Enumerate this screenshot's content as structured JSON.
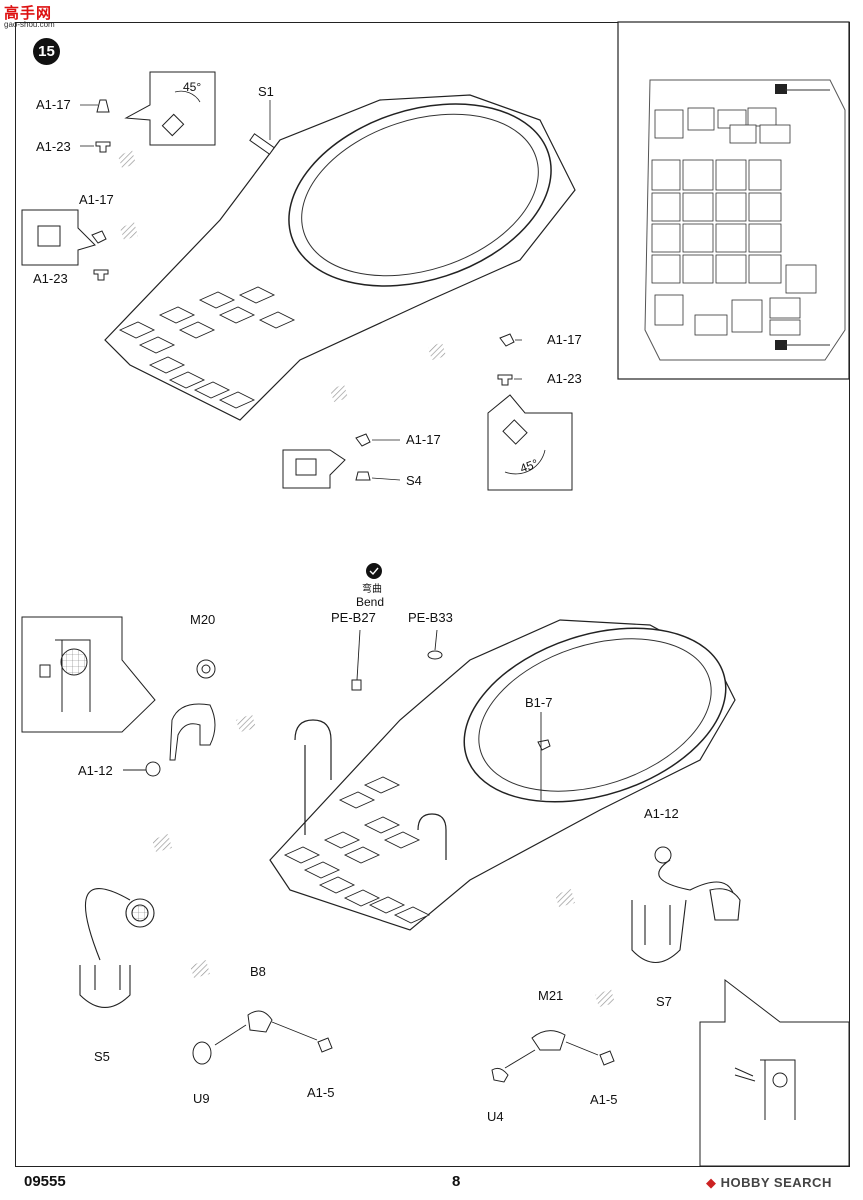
{
  "watermark": {
    "title": "高手网",
    "subtitle": "gao-shou.com"
  },
  "step": {
    "number": "15"
  },
  "labels": {
    "a1_17": "A1-17",
    "a1_23": "A1-23",
    "s1": "S1",
    "s4": "S4",
    "angle_45": "45°",
    "bend_cn": "弯曲",
    "bend_en": "Bend",
    "pe_b27": "PE-B27",
    "pe_b33": "PE-B33",
    "m20": "M20",
    "b1_7": "B1-7",
    "a1_12": "A1-12",
    "b8": "B8",
    "m21": "M21",
    "s5": "S5",
    "s7": "S7",
    "u9": "U9",
    "u4": "U4",
    "a1_5": "A1-5"
  },
  "footer": {
    "code": "09555",
    "page": "8",
    "brand": "HOBBY SEARCH"
  }
}
